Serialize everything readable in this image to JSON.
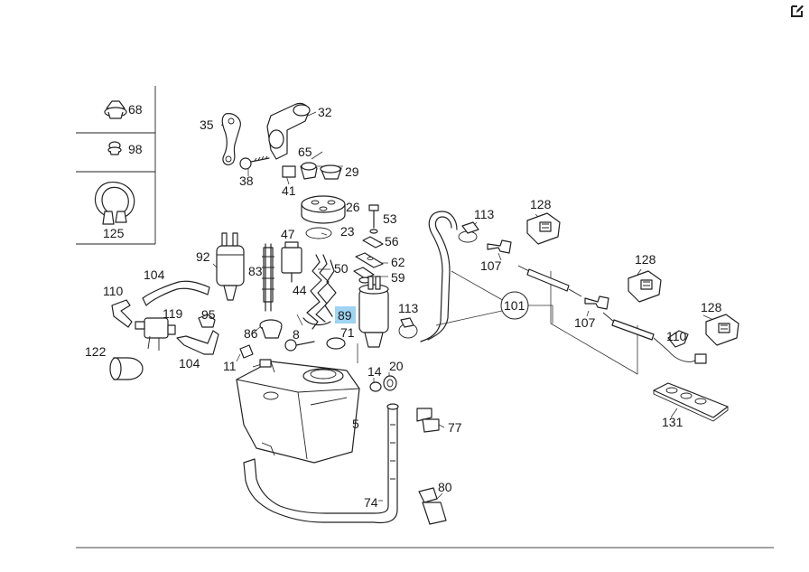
{
  "toolbar": {
    "edit_icon": "edit-icon"
  },
  "diagram": {
    "highlighted_part": "89",
    "inset_labels": [
      "68",
      "98",
      "125"
    ],
    "labels": {
      "35": "35",
      "32": "32",
      "65": "65",
      "29": "29",
      "38": "38",
      "41": "41",
      "26": "26",
      "53": "53",
      "23": "23",
      "56": "56",
      "47": "47",
      "92": "92",
      "62": "62",
      "83": "83",
      "50": "50",
      "59": "59",
      "104a": "104",
      "44": "44",
      "110a": "110",
      "89": "89",
      "113a": "113",
      "95": "95",
      "119": "119",
      "86": "86",
      "8": "8",
      "71": "71",
      "122": "122",
      "104b": "104",
      "11": "11",
      "14": "14",
      "20": "20",
      "5": "5",
      "77": "77",
      "80": "80",
      "74": "74",
      "113b": "113",
      "128a": "128",
      "107a": "107",
      "128b": "128",
      "101": "101",
      "107b": "107",
      "128c": "128",
      "110b": "110",
      "131": "131"
    }
  }
}
